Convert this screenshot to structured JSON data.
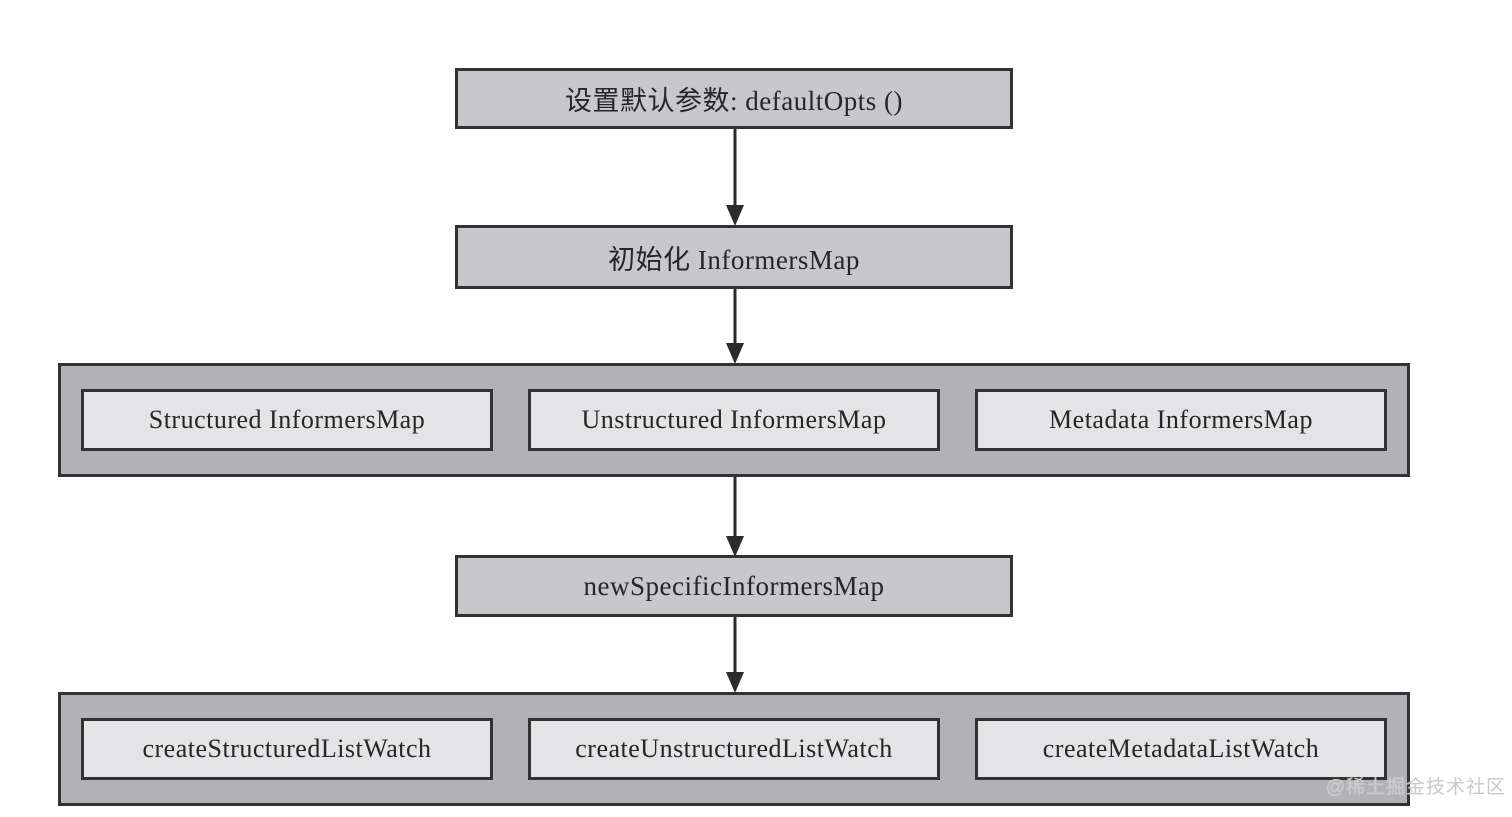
{
  "diagram": {
    "nodes": {
      "default_opts": "设置默认参数: defaultOpts ()",
      "init_informers_map": "初始化 InformersMap",
      "structured_informers_map": "Structured InformersMap",
      "unstructured_informers_map": "Unstructured InformersMap",
      "metadata_informers_map": "Metadata InformersMap",
      "new_specific_informers_map": "newSpecificInformersMap",
      "create_structured_list_watch": "createStructuredListWatch",
      "create_unstructured_list_watch": "createUnstructuredListWatch",
      "create_metadata_list_watch": "createMetadataListWatch"
    },
    "colors": {
      "background": "#ffffff",
      "box_fill": "#c8c8cc",
      "container_fill": "#b2b2b6",
      "inner_box_fill": "#e4e4e6",
      "border": "#323232",
      "arrow": "#2b2b2b",
      "text": "#262626",
      "watermark": "#c9c9c9"
    },
    "watermark": "@稀土掘金技术社区"
  }
}
